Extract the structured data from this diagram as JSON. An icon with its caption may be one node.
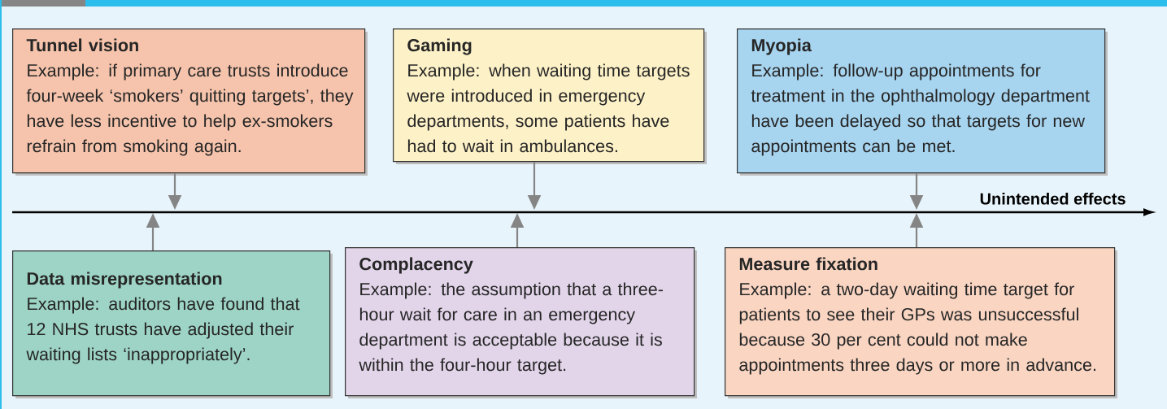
{
  "diagram": {
    "nodes": [
      {
        "text": [
          "Tunnel vision",
          "Example: if primary care trusts introduce four-week ‘smokers’ quitting targets’, they have less incentive to help ex-smokers refrain from smoking again."
        ]
      },
      {
        "text": [
          "Gaming",
          "Example: when waiting time targets were introduced in emergency departments, some patients have had to wait in ambulances."
        ]
      },
      {
        "text": [
          "Myopia",
          "Example: follow-up appointments for treatment in the ophthalmology department have been delayed so that targets for new appointments can be met."
        ]
      },
      {
        "text": [
          "Data misrepresentation",
          "Example: auditors have found that 12 NHS trusts have adjusted their waiting lists ‘inappropriately’."
        ]
      },
      {
        "text": [
          "Complacency",
          "Example: the assumption that a three-hour wait for care in an emergency department is acceptable because it is within the four-hour target."
        ]
      },
      {
        "text": [
          "Measure fixation",
          "Example: a two-day waiting time target for patients to see their GPs was unsuccessful because 30 per cent could not make appointments three days or more in advance."
        ]
      }
    ],
    "edges": [
      {
        "from": 0,
        "to": null,
        "arrow": "to"
      },
      {
        "from": 1,
        "to": null,
        "arrow": "to"
      },
      {
        "from": 2,
        "to": null,
        "arrow": "to"
      },
      {
        "from": 3,
        "to": null,
        "arrow": "to"
      },
      {
        "from": 4,
        "to": null,
        "arrow": "to"
      },
      {
        "from": 5,
        "to": null,
        "arrow": "to"
      }
    ],
    "labels": [
      "Unintended effects"
    ]
  }
}
